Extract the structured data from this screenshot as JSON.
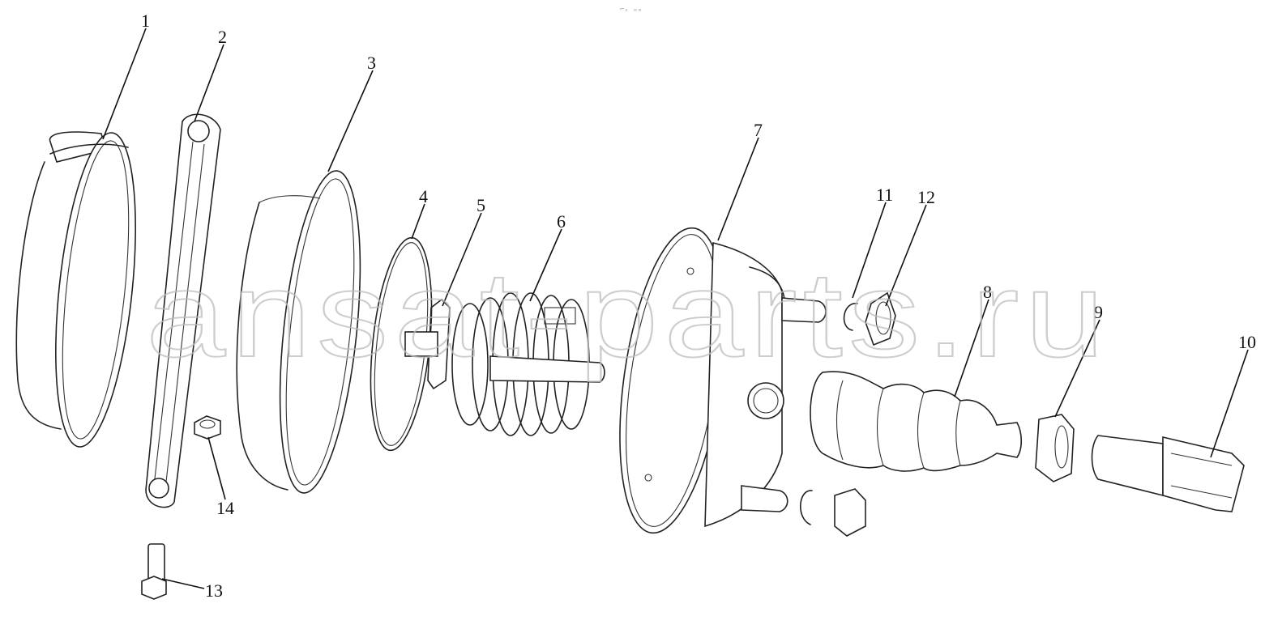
{
  "watermark": "ansat-parts.ru",
  "top_mark": "⌐ₓ ₘₘ",
  "labels": [
    "1",
    "2",
    "3",
    "4",
    "5",
    "6",
    "7",
    "8",
    "9",
    "10",
    "11",
    "12",
    "13",
    "14"
  ]
}
